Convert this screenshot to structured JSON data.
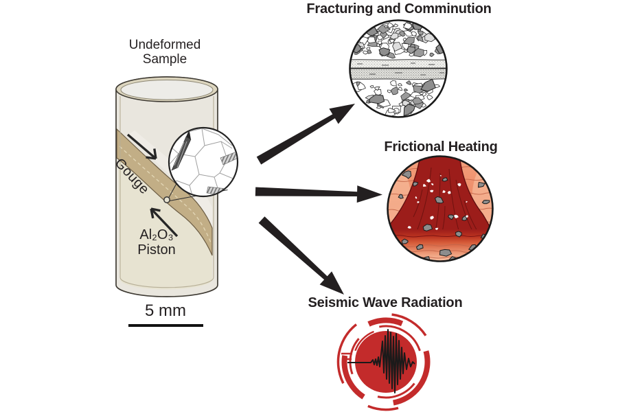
{
  "figure": {
    "sample": {
      "title": "Undeformed\nSample",
      "gouge_label": "Gouge",
      "piston_label": "Al₂O₃\nPiston",
      "scale_label": "5 mm"
    },
    "processes": [
      {
        "id": "fracturing",
        "label": "Fracturing and Comminution"
      },
      {
        "id": "frictional",
        "label": "Frictional Heating"
      },
      {
        "id": "seismic",
        "label": "Seismic Wave Radiation"
      }
    ],
    "colors": {
      "ink": "#231f20",
      "cylinder_fill": "#e9e6de",
      "cylinder_lower_fill": "#e7e3d1",
      "gouge_tan": "#c2ae86",
      "heat_dark_red": "#9c1d1a",
      "heat_salmon": "#ef8a67",
      "seismic_red": "#c32b2b"
    }
  }
}
